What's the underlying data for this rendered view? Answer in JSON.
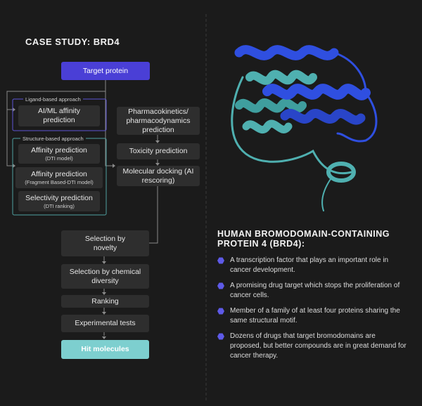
{
  "case_study_title": "CASE STUDY: BRD4",
  "workflow": {
    "target": "Target protein",
    "ligand_group": "Ligand-based approach",
    "aiml": "AI/ML affinity prediction",
    "structure_group": "Structure-based approach",
    "affinity_dti": {
      "main": "Affinity prediction",
      "sub": "(DTI model)"
    },
    "affinity_fbdti": {
      "main": "Affinity prediction",
      "sub": "(Fragment Based-DTI model)"
    },
    "selectivity": {
      "main": "Selectivity prediction",
      "sub": "(DTI ranking)"
    },
    "pkpd": "Pharmacokinetics/ pharmacodynamics prediction",
    "toxicity": "Toxicity prediction",
    "docking": "Molecular docking (AI rescoring)",
    "novelty": "Selection by novelty",
    "diversity": "Selection by chemical diversity",
    "ranking": "Ranking",
    "experimental": "Experimental tests",
    "hits": "Hit molecules"
  },
  "protein_title": "HUMAN BROMODOMAIN-CONTAINING PROTEIN 4 (BRD4):",
  "bullets": [
    "A transcription factor that plays an important role in cancer development.",
    "A promising drug target which stops the proliferation of cancer cells.",
    "Member of a family of at least four proteins sharing the same structural motif.",
    "Dozens of drugs that target bromodomains are proposed, but better compounds are in great demand for cancer therapy."
  ],
  "colors": {
    "accent": "#5e5ae8",
    "target_box": "#4a3fd6",
    "hit_box": "#7dcfcf",
    "helix_blue": "#2f4fe0",
    "helix_teal": "#4fb0b0"
  }
}
